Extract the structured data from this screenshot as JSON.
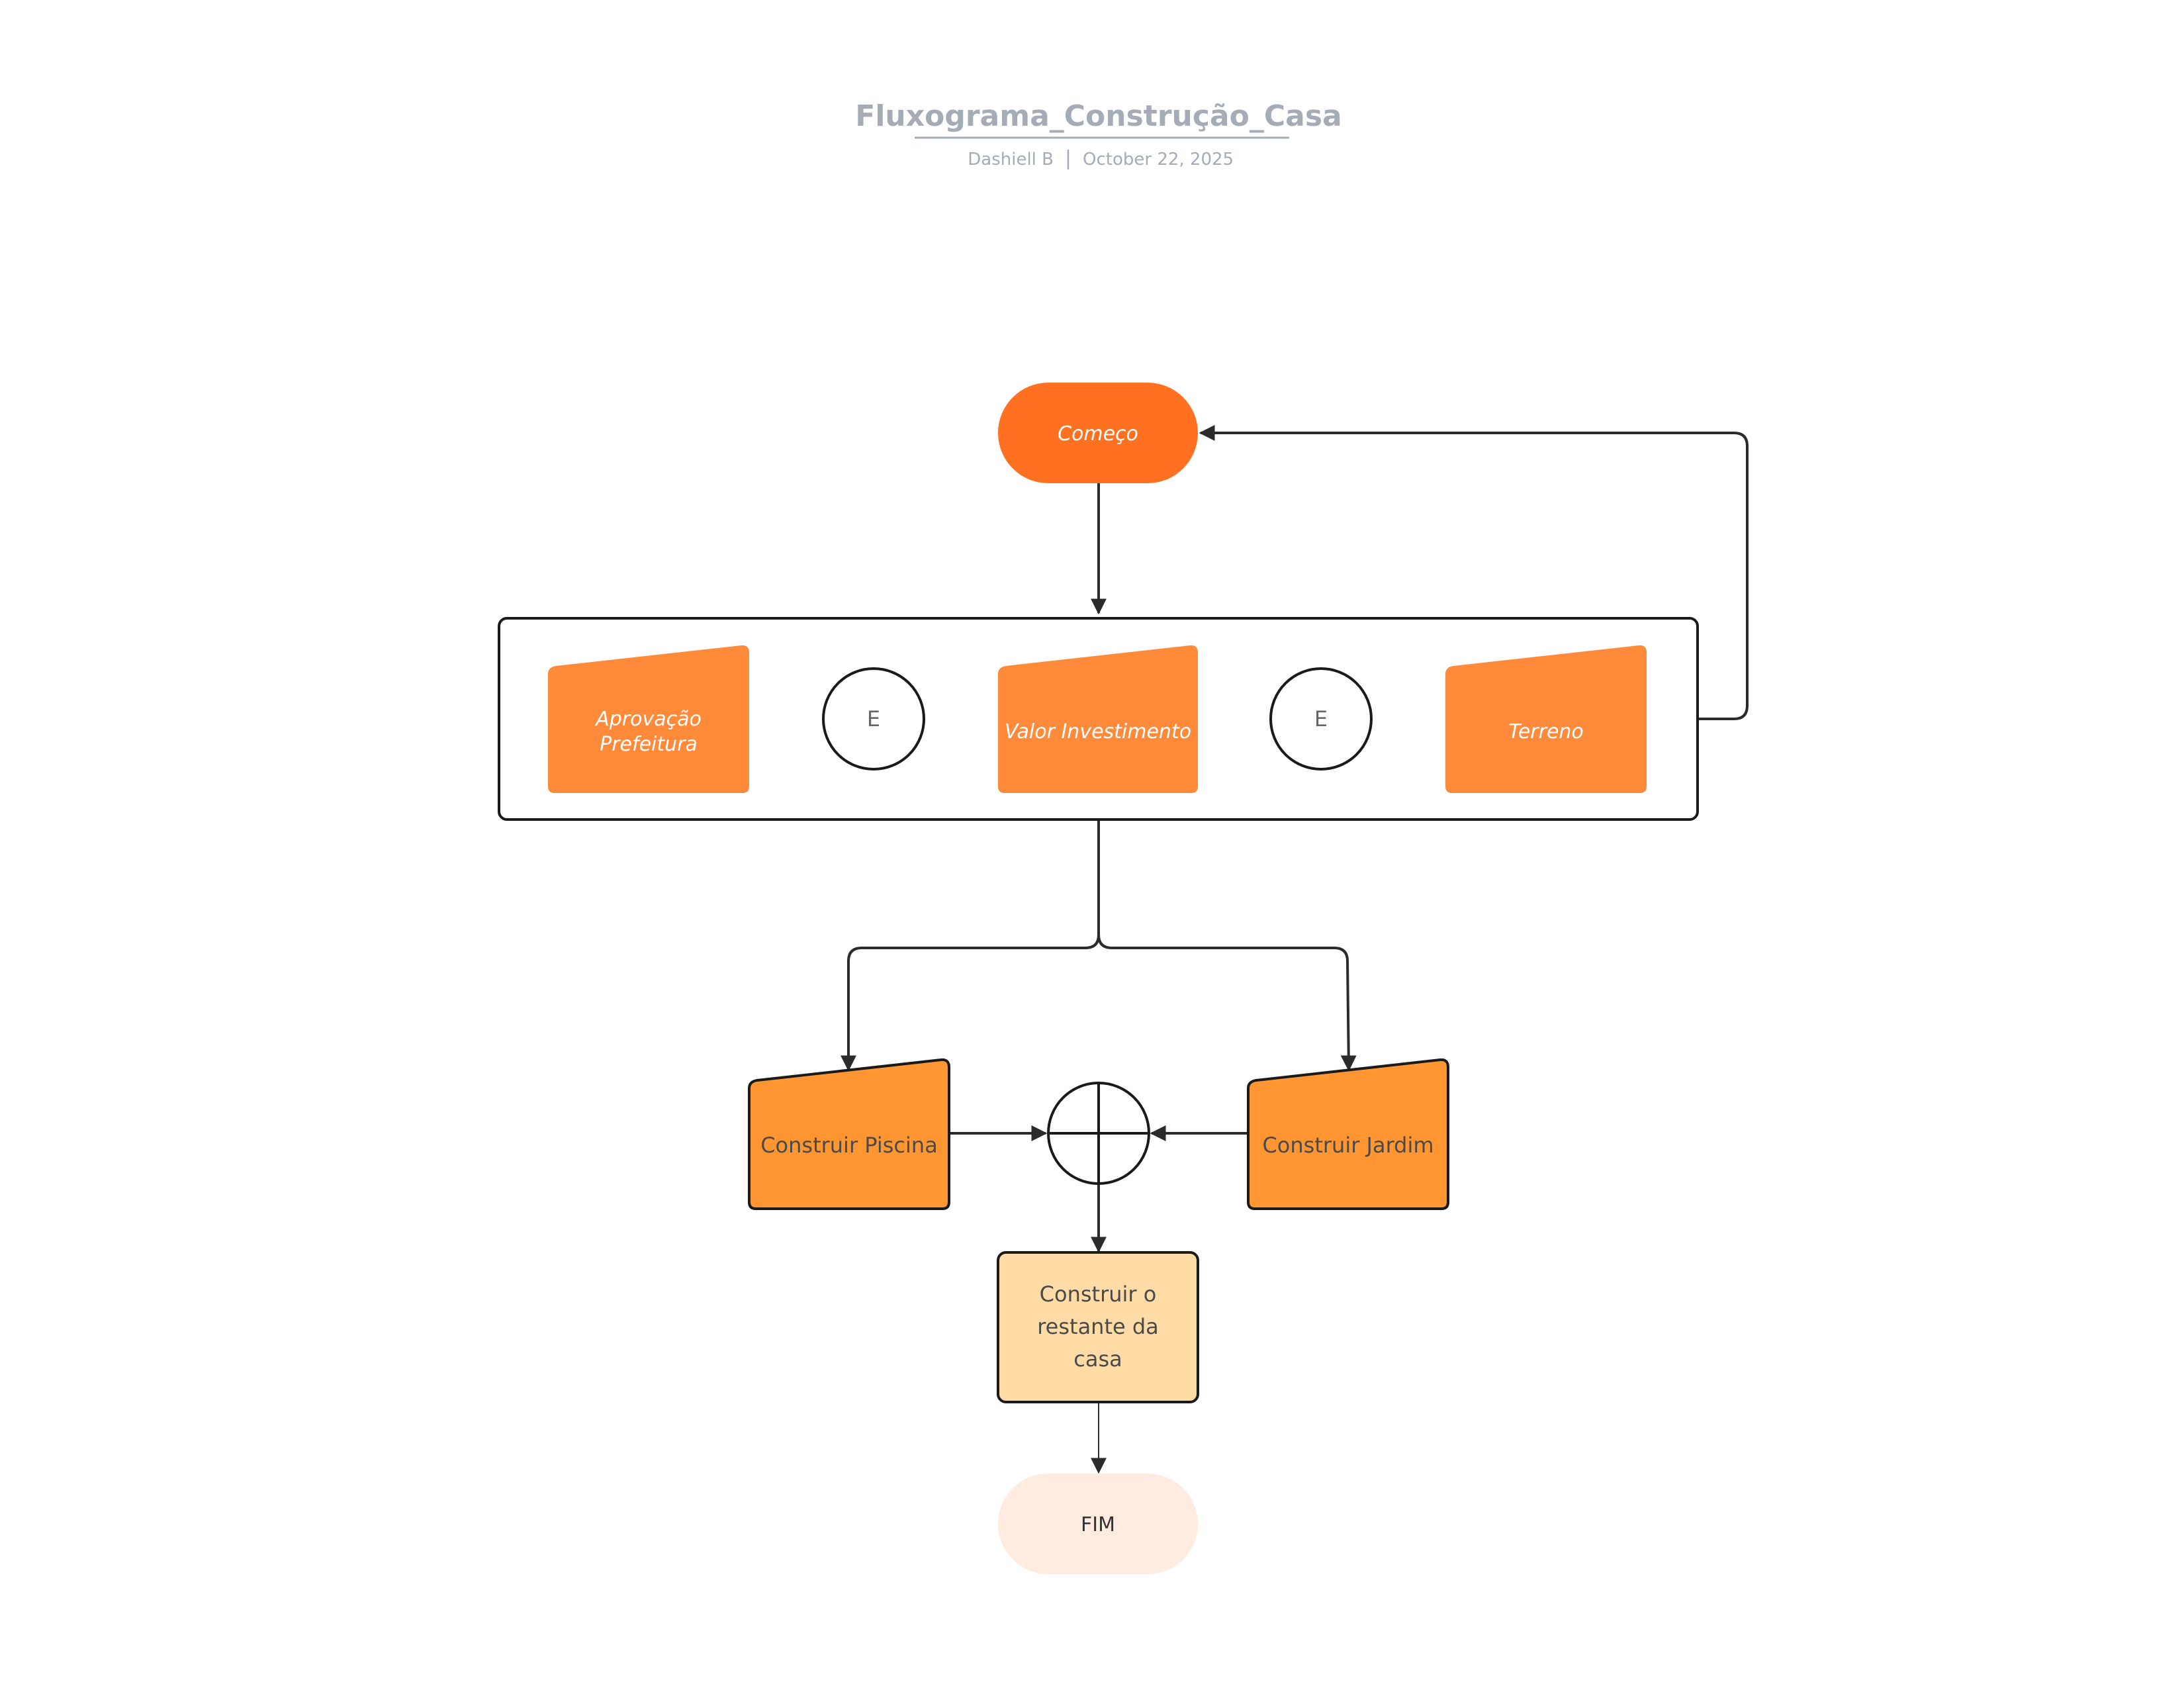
{
  "header": {
    "title": "Fluxograma_Construção_Casa",
    "author": "Dashiell B",
    "separator": "|",
    "date": "October 22, 2025"
  },
  "nodes": {
    "start": "Começo",
    "approval_line1": "Aprovação",
    "approval_line2": "Prefeitura",
    "and_left": "E",
    "investment": "Valor Investimento",
    "and_right": "E",
    "land": "Terreno",
    "pool": "Construir Piscina",
    "garden": "Construir Jardim",
    "rest_line1": "Construir o",
    "rest_line2": "restante da",
    "rest_line3": "casa",
    "end": "FIM"
  },
  "colors": {
    "start_fill": "#ff7120",
    "input_fill": "#ff8a3a",
    "manual_fill": "#ff9632",
    "rest_fill": "#ffdca6",
    "end_fill": "#ffebe0",
    "stroke": "#2b2b2b",
    "header_text": "#a5acb6"
  }
}
